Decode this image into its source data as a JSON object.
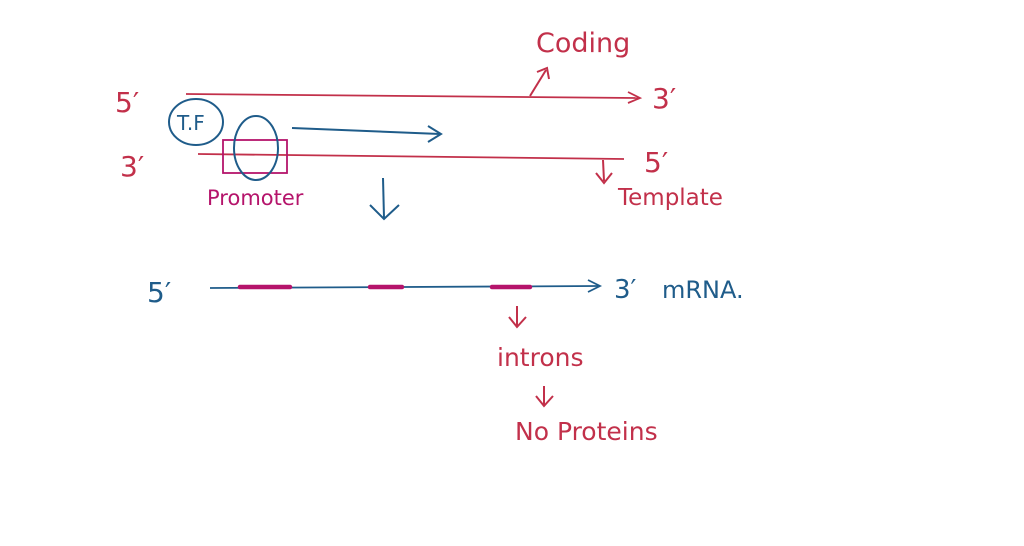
{
  "colors": {
    "red": "#c2304a",
    "blue": "#1f5c8a",
    "magenta": "#b5146b",
    "background": "#ffffff"
  },
  "labels": {
    "coding": "Coding",
    "tf": "T.F",
    "promoter": "Promoter",
    "template": "Template",
    "mrna": "mRNA.",
    "introns": "introns",
    "no_proteins": "No Proteins"
  },
  "ends": {
    "top_left": "5′",
    "top_right": "3′",
    "bottom_left": "3′",
    "bottom_right": "5′",
    "mrna_left": "5′",
    "mrna_right": "3′"
  }
}
